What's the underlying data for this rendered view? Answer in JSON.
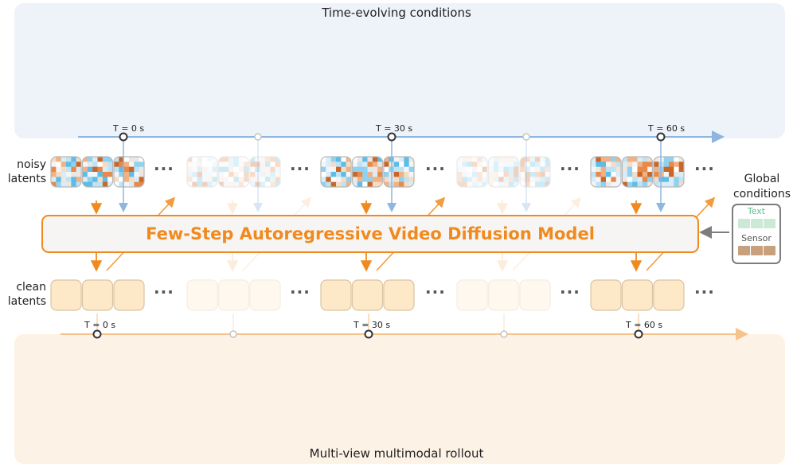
{
  "top_title": "Time-evolving conditions",
  "bottom_title": "Multi-view multimodal rollout",
  "noisy_label": [
    "noisy",
    "latents"
  ],
  "clean_label": [
    "clean",
    "latents"
  ],
  "model_label": "Few-Step Autoregressive Video Diffusion Model",
  "global_conditions": {
    "title": [
      "Global",
      "conditions"
    ],
    "text_label": "Text",
    "sensor_label": "Sensor"
  },
  "top_timeline": {
    "ticks": [
      "T = 0 s",
      "T = 30 s",
      "T = 60 s"
    ]
  },
  "bottom_timeline": {
    "ticks": [
      "T = 0 s",
      "T = 30 s",
      "T = 60 s"
    ]
  },
  "ellipsis": "···",
  "colors": {
    "blue": "#8fb6e0",
    "orange": "#f08a1e",
    "light_orange": "#f6c48b",
    "clean_fill": "#fde9c8",
    "top_panel": "#eef3f9",
    "bottom_panel": "#fdf2e6",
    "text_square": "#cbe9d6",
    "sensor_square": "#c9a07e"
  }
}
